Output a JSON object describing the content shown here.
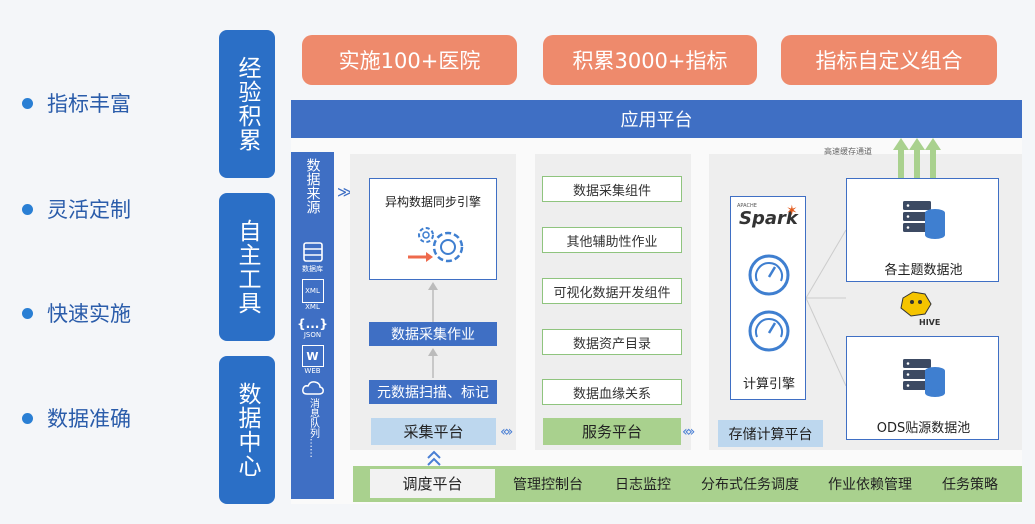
{
  "bullets": [
    {
      "label": "指标丰富"
    },
    {
      "label": "灵活定制"
    },
    {
      "label": "快速实施"
    },
    {
      "label": "数据准确"
    }
  ],
  "side_labels": [
    {
      "label": "经验积累"
    },
    {
      "label": "自主工具"
    },
    {
      "label": "数据中心"
    }
  ],
  "top_buttons": [
    {
      "label": "实施100+医院"
    },
    {
      "label": "积累3000+指标"
    },
    {
      "label": "指标自定义组合"
    }
  ],
  "app_platform": "应用平台",
  "data_source": {
    "title": "数据来源",
    "items": [
      {
        "icon": "database-icon",
        "label": "数据库"
      },
      {
        "icon": "xml-file-icon",
        "label": "XML",
        "glyph": "XML"
      },
      {
        "icon": "json-icon",
        "label": "JSON",
        "glyph": "{...}"
      },
      {
        "icon": "word-file-icon",
        "label": "WEB",
        "glyph": "W"
      },
      {
        "icon": "cloud-icon",
        "label": "消息队列……"
      }
    ]
  },
  "collect": {
    "sync_engine": "异构数据同步引擎",
    "collect_job": "数据采集作业",
    "metadata_scan": "元数据扫描、标记",
    "platform": "采集平台"
  },
  "service": {
    "items": [
      "数据采集组件",
      "其他辅助性作业",
      "可视化数据开发组件",
      "数据资产目录",
      "数据血缘关系"
    ],
    "platform": "服务平台"
  },
  "storage": {
    "cache_channel": "高速缓存通道",
    "spark_apache": "APACHE",
    "spark_name": "Spark",
    "compute_engine": "计算引擎",
    "topic_pool": "各主题数据池",
    "hive_label": "HIVE",
    "ods_pool": "ODS贴源数据池",
    "platform": "存储计算平台"
  },
  "bottom": {
    "schedule": "调度平台",
    "items": [
      "管理控制台",
      "日志监控",
      "分布式任务调度",
      "作业依赖管理",
      "任务策略"
    ]
  },
  "colors": {
    "blue": "#2b6fc6",
    "orange": "#ee8a6c",
    "green": "#a9d18e",
    "light_blue": "#bdd7ee"
  }
}
